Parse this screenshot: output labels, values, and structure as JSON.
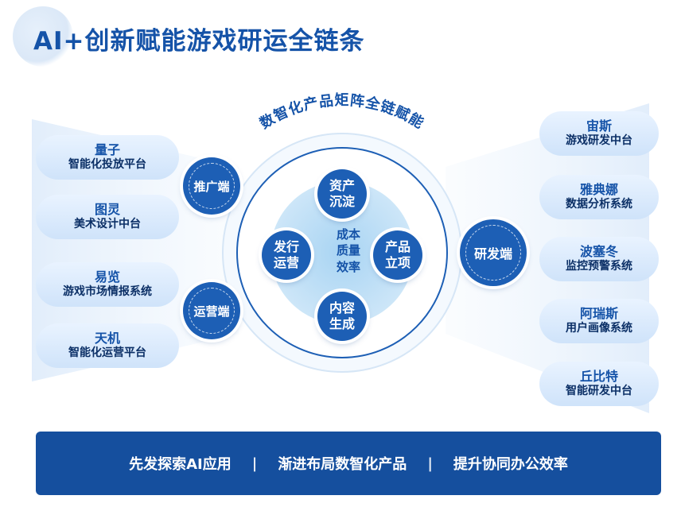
{
  "title": "AI+创新赋能游戏研运全链条",
  "arc_label": "数智化产品矩阵全链赋能",
  "center": {
    "lines": [
      "成本",
      "质量",
      "效率"
    ]
  },
  "nodes": {
    "top": [
      "资产",
      "沉淀"
    ],
    "left": [
      "发行",
      "运营"
    ],
    "right": [
      "产品",
      "立项"
    ],
    "bottom": [
      "内容",
      "生成"
    ]
  },
  "badges": {
    "promotion": "推广端",
    "operation": "运营端",
    "rnd": "研发端"
  },
  "left_items": [
    {
      "name": "量子",
      "desc": "智能化投放平台"
    },
    {
      "name": "图灵",
      "desc": "美术设计中台"
    },
    {
      "name": "易览",
      "desc": "游戏市场情报系统"
    },
    {
      "name": "天机",
      "desc": "智能化运营平台"
    }
  ],
  "right_items": [
    {
      "name": "宙斯",
      "desc": "游戏研发中台"
    },
    {
      "name": "雅典娜",
      "desc": "数据分析系统"
    },
    {
      "name": "波塞冬",
      "desc": "监控预警系统"
    },
    {
      "name": "阿瑞斯",
      "desc": "用户画像系统"
    },
    {
      "name": "丘比特",
      "desc": "智能研发中台"
    }
  ],
  "footer": {
    "items": [
      "先发探索AI应用",
      "渐进布局数智化产品",
      "提升协同办公效率"
    ],
    "separator": "|"
  },
  "colors": {
    "primary": "#1d5fb5",
    "title": "#1553a8",
    "footer_bg": "#154f9e",
    "pill_light": "#e9f3ff",
    "pill_mid": "#cfe3fa"
  }
}
